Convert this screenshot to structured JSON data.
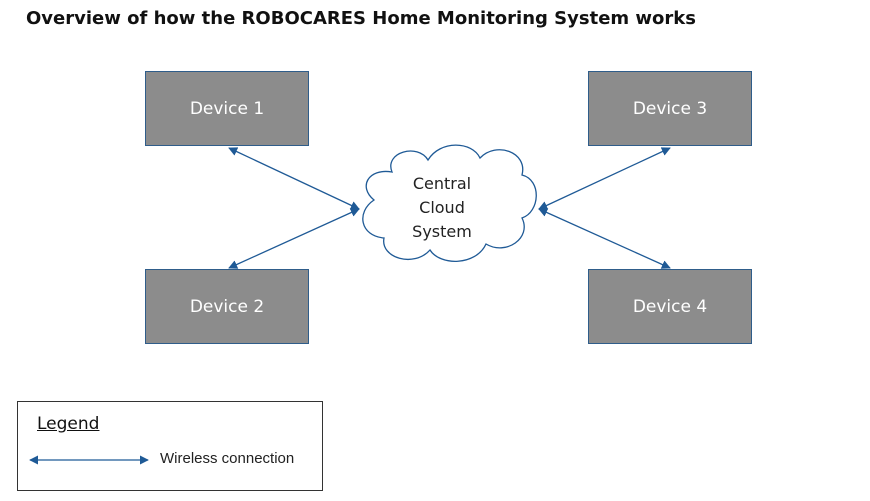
{
  "title": "Overview of how the ROBOCARES Home Monitoring System works",
  "devices": [
    {
      "label": "Device 1"
    },
    {
      "label": "Device 2"
    },
    {
      "label": "Device 3"
    },
    {
      "label": "Device 4"
    }
  ],
  "hub": {
    "lines": [
      "Central",
      "Cloud",
      "System"
    ]
  },
  "legend": {
    "title": "Legend",
    "wireless_label": "Wireless connection"
  },
  "colors": {
    "device_fill": "#8c8c8c",
    "device_border": "#2f5d8a",
    "connection": "#1f5a96"
  }
}
